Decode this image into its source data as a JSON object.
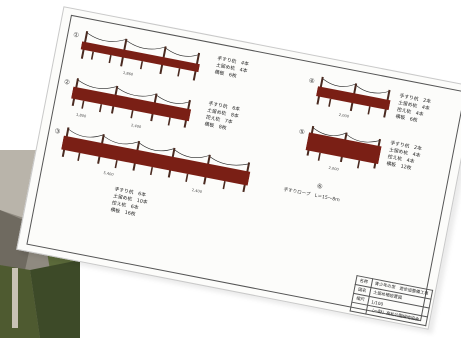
{
  "colors": {
    "rail": "#7a1f15",
    "post": "#4a2a20",
    "rope": "#222222",
    "ink": "#333333"
  },
  "figures": [
    {
      "number": "①",
      "labels": [
        "手すり杭　4本",
        "土留め杭　4本",
        "横板　6枚"
      ],
      "dims": [
        "1,860"
      ]
    },
    {
      "number": "②",
      "labels": [
        "手すり杭　6本",
        "土留め杭　8本",
        "控え杭　7本",
        "横板　8枚"
      ],
      "dims": [
        "1,800",
        "2,400"
      ]
    },
    {
      "number": "③",
      "labels": [
        "手すり杭　6本",
        "土留め杭　10本",
        "控え杭　6本",
        "横板　16枚"
      ],
      "dims": [
        "5,400",
        "2,400"
      ]
    },
    {
      "number": "④",
      "labels": [
        "手すり杭　2本",
        "土留め杭　4本",
        "控え杭　4本",
        "横板　6枚"
      ],
      "dims": [
        "2,000"
      ]
    },
    {
      "number": "⑤",
      "labels": [
        "手すり杭　2本",
        "土留め杭　4本",
        "控え杭　4本",
        "横板　12枚"
      ],
      "dims": [
        "2,000"
      ]
    }
  ],
  "rope": {
    "number": "⑥",
    "label": "手すりロープ　L＝15～8ｍ"
  },
  "title_block": [
    {
      "key": "名称",
      "value": "青少年の家　遊歩道整備工事"
    },
    {
      "key": "図名",
      "value": "土留め柵設置図"
    },
    {
      "key": "縮尺",
      "value": "1/100"
    },
    {
      "key": "",
      "value": "（一財）高松公園緑地協会"
    }
  ]
}
